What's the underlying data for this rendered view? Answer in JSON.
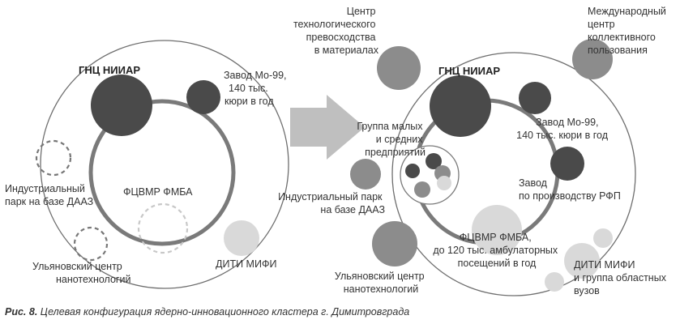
{
  "colors": {
    "dark": "#4a4a4a",
    "mid": "#8c8c8c",
    "light": "#d9d9d9",
    "ring": "#7a7a7a",
    "outline": "#6e6e6e",
    "arrow": "#bfbfbf"
  },
  "left": {
    "gnc": "ГНЦ НИИАР",
    "plant": [
      "Завод Мо-99,",
      "140 тыс.",
      "кюри в год"
    ],
    "fmba": "ФЦВМР ФМБА",
    "industrial_park": [
      "Индустриальный",
      "парк на базе ДААЗ"
    ],
    "ulyanovsk": [
      "Ульяновский центр",
      "нанотехнологий"
    ],
    "diti": "ДИТИ МИФИ"
  },
  "right": {
    "tech_center": [
      "Центр",
      "технологического",
      "превосходства",
      "в материалах"
    ],
    "gnc": "ГНЦ НИИАР",
    "intl_center": [
      "Международный",
      "центр",
      "коллективного",
      "пользования"
    ],
    "sme_group": [
      "Группа малых",
      "и средних",
      "предприятий"
    ],
    "plant": [
      "Завод Мо-99,",
      "140 тыс. кюри в год"
    ],
    "rfp_plant": [
      "Завод",
      "по производству РФП"
    ],
    "industrial_park": [
      "Индустриальный парк",
      "на базе ДААЗ"
    ],
    "fmba": [
      "ФЦВМР ФМБА,",
      "до 120 тыс. амбулаторных",
      "посещений в год"
    ],
    "ulyanovsk": [
      "Ульяновский центр",
      "нанотехнологий"
    ],
    "diti": [
      "ДИТИ МИФИ",
      "и группа областных",
      "вузов"
    ]
  },
  "caption": {
    "figure": "Рис. 8.",
    "text": "Целевая конфигурация ядерно-инновационного кластера г. Димитровграда"
  }
}
